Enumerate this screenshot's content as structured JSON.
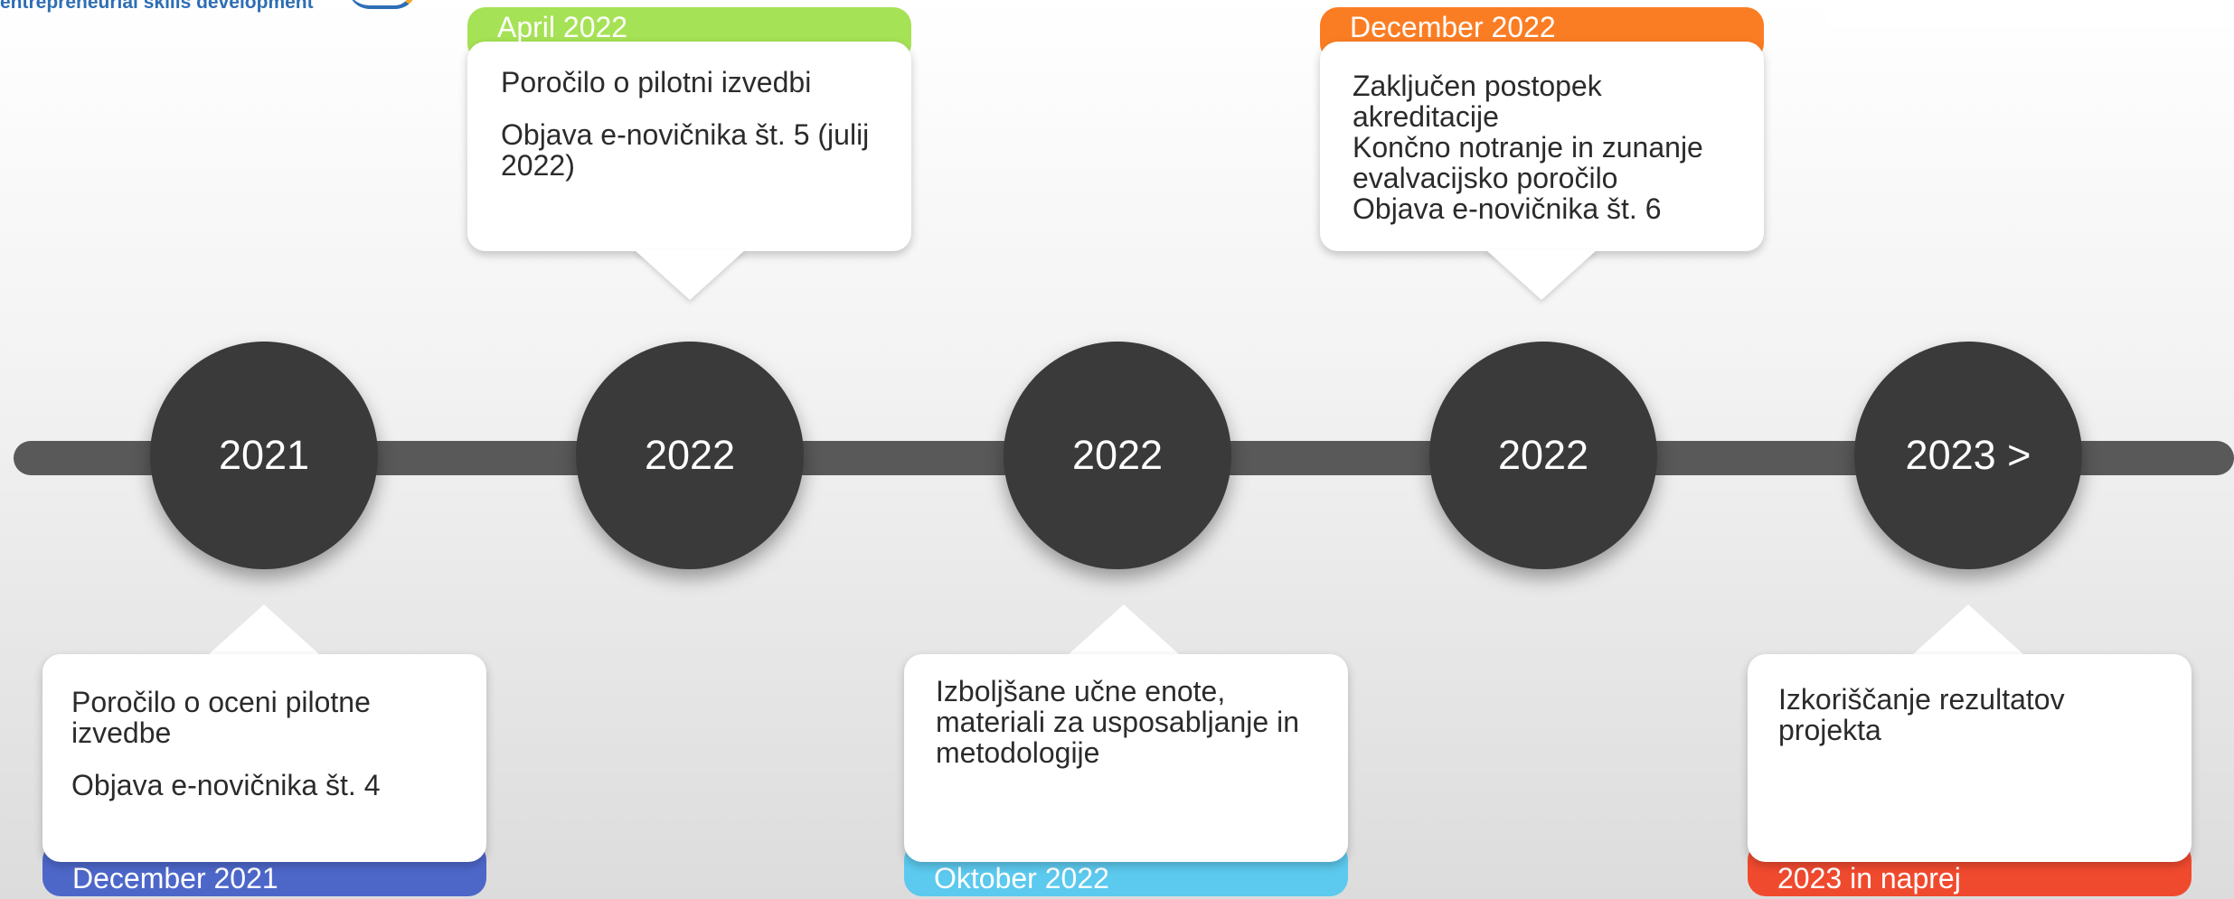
{
  "logo": {
    "text": "entrepreneurial skills development"
  },
  "nodes": [
    {
      "label": "2021"
    },
    {
      "label": "2022"
    },
    {
      "label": "2022"
    },
    {
      "label": "2022"
    },
    {
      "label": "2023 >"
    }
  ],
  "events": [
    {
      "date": "December 2021",
      "color": "#4d67c9",
      "lines": [
        "Poročilo o oceni pilotne izvedbe",
        "Objava e-novičnika št. 4"
      ]
    },
    {
      "date": "April 2022",
      "color": "#a6e255",
      "lines": [
        "Poročilo o pilotni izvedbi",
        "Objava e-novičnika št. 5 (julij 2022)"
      ]
    },
    {
      "date": "Oktober 2022",
      "color": "#5cc9ee",
      "lines": [
        "Izboljšane učne enote, materiali za usposabljanje in metodologije"
      ]
    },
    {
      "date": "December 2022",
      "color": "#fb7d23",
      "lines": [
        "Zaključen postopek akreditacije",
        "Končno notranje in zunanje evalvacijsko poročilo",
        "Objava e-novičnika št. 6"
      ]
    },
    {
      "date": "2023 in naprej",
      "color": "#f04a2e",
      "lines": [
        "Izkoriščanje rezultatov projekta"
      ]
    }
  ]
}
